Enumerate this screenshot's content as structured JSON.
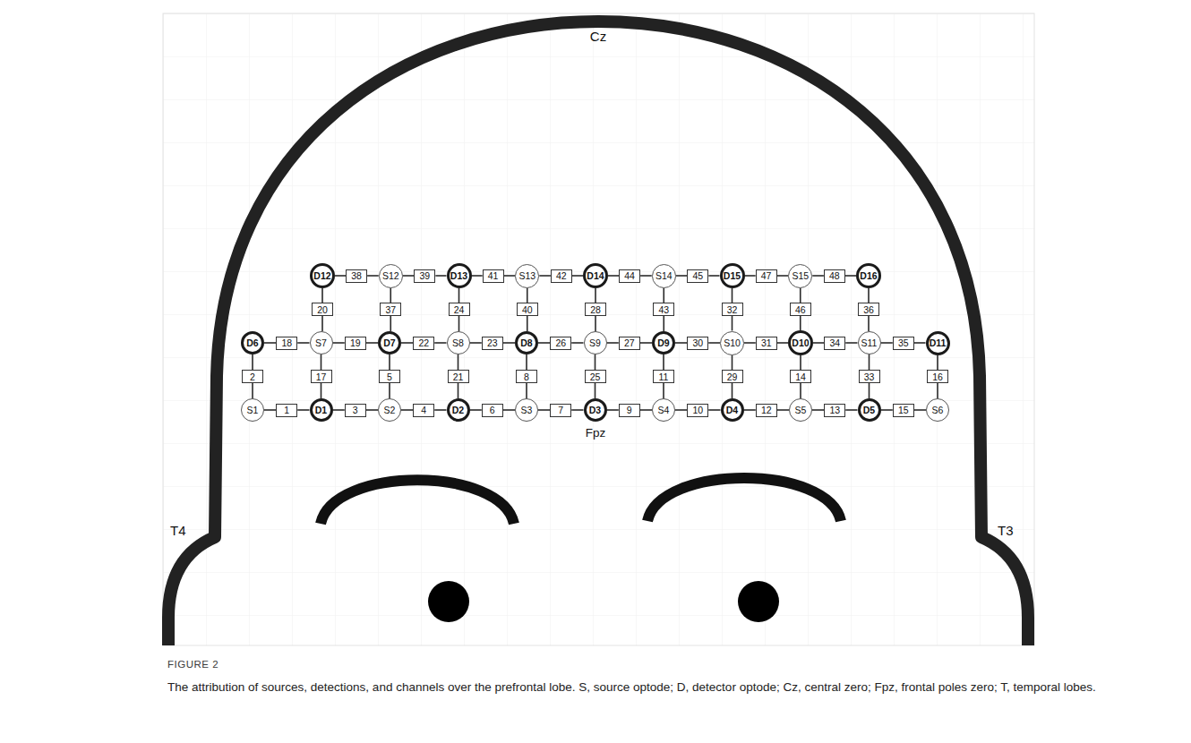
{
  "diagram": {
    "caption": "The attribution of sources, detections, and channels over the prefrontal lobe. S, source optode; D, detector optode; Cz, central zero; Fpz, frontal poles zero; T, temporal lobes.",
    "nodes": [
      {
        "text": [
          "D12"
        ]
      },
      {
        "text": [
          "38"
        ]
      },
      {
        "text": [
          "S12"
        ]
      },
      {
        "text": [
          "39"
        ]
      },
      {
        "text": [
          "D13"
        ]
      },
      {
        "text": [
          "41"
        ]
      },
      {
        "text": [
          "S13"
        ]
      },
      {
        "text": [
          "42"
        ]
      },
      {
        "text": [
          "D14"
        ]
      },
      {
        "text": [
          "44"
        ]
      },
      {
        "text": [
          "S14"
        ]
      },
      {
        "text": [
          "45"
        ]
      },
      {
        "text": [
          "D15"
        ]
      },
      {
        "text": [
          "47"
        ]
      },
      {
        "text": [
          "S15"
        ]
      },
      {
        "text": [
          "48"
        ]
      },
      {
        "text": [
          "D16"
        ]
      },
      {
        "text": [
          "20"
        ]
      },
      {
        "text": [
          "37"
        ]
      },
      {
        "text": [
          "24"
        ]
      },
      {
        "text": [
          "40"
        ]
      },
      {
        "text": [
          "28"
        ]
      },
      {
        "text": [
          "43"
        ]
      },
      {
        "text": [
          "32"
        ]
      },
      {
        "text": [
          "46"
        ]
      },
      {
        "text": [
          "36"
        ]
      },
      {
        "text": [
          "D6"
        ]
      },
      {
        "text": [
          "18"
        ]
      },
      {
        "text": [
          "S7"
        ]
      },
      {
        "text": [
          "19"
        ]
      },
      {
        "text": [
          "D7"
        ]
      },
      {
        "text": [
          "22"
        ]
      },
      {
        "text": [
          "S8"
        ]
      },
      {
        "text": [
          "23"
        ]
      },
      {
        "text": [
          "D8"
        ]
      },
      {
        "text": [
          "26"
        ]
      },
      {
        "text": [
          "S9"
        ]
      },
      {
        "text": [
          "27"
        ]
      },
      {
        "text": [
          "D9"
        ]
      },
      {
        "text": [
          "30"
        ]
      },
      {
        "text": [
          "S10"
        ]
      },
      {
        "text": [
          "31"
        ]
      },
      {
        "text": [
          "D10"
        ]
      },
      {
        "text": [
          "34"
        ]
      },
      {
        "text": [
          "S11"
        ]
      },
      {
        "text": [
          "35"
        ]
      },
      {
        "text": [
          "D11"
        ]
      },
      {
        "text": [
          "2"
        ]
      },
      {
        "text": [
          "17"
        ]
      },
      {
        "text": [
          "5"
        ]
      },
      {
        "text": [
          "21"
        ]
      },
      {
        "text": [
          "8"
        ]
      },
      {
        "text": [
          "25"
        ]
      },
      {
        "text": [
          "11"
        ]
      },
      {
        "text": [
          "29"
        ]
      },
      {
        "text": [
          "14"
        ]
      },
      {
        "text": [
          "33"
        ]
      },
      {
        "text": [
          "16"
        ]
      },
      {
        "text": [
          "S1"
        ]
      },
      {
        "text": [
          "1"
        ]
      },
      {
        "text": [
          "D1"
        ]
      },
      {
        "text": [
          "3"
        ]
      },
      {
        "text": [
          "S2"
        ]
      },
      {
        "text": [
          "4"
        ]
      },
      {
        "text": [
          "D2"
        ]
      },
      {
        "text": [
          "6"
        ]
      },
      {
        "text": [
          "S3"
        ]
      },
      {
        "text": [
          "7"
        ]
      },
      {
        "text": [
          "D3"
        ]
      },
      {
        "text": [
          "9"
        ]
      },
      {
        "text": [
          "S4"
        ]
      },
      {
        "text": [
          "10"
        ]
      },
      {
        "text": [
          "D4"
        ]
      },
      {
        "text": [
          "12"
        ]
      },
      {
        "text": [
          "S5"
        ]
      },
      {
        "text": [
          "13"
        ]
      },
      {
        "text": [
          "D5"
        ]
      },
      {
        "text": [
          "15"
        ]
      },
      {
        "text": [
          "S6"
        ]
      }
    ],
    "edges": [
      {
        "from": 0,
        "to": 1,
        "arrow": "none"
      },
      {
        "from": 1,
        "to": 2,
        "arrow": "none"
      },
      {
        "from": 2,
        "to": 3,
        "arrow": "none"
      },
      {
        "from": 3,
        "to": 4,
        "arrow": "none"
      },
      {
        "from": 4,
        "to": 5,
        "arrow": "none"
      },
      {
        "from": 5,
        "to": 6,
        "arrow": "none"
      },
      {
        "from": 6,
        "to": 7,
        "arrow": "none"
      },
      {
        "from": 7,
        "to": 8,
        "arrow": "none"
      },
      {
        "from": 8,
        "to": 9,
        "arrow": "none"
      },
      {
        "from": 9,
        "to": 10,
        "arrow": "none"
      },
      {
        "from": 10,
        "to": 11,
        "arrow": "none"
      },
      {
        "from": 11,
        "to": 12,
        "arrow": "none"
      },
      {
        "from": 12,
        "to": 13,
        "arrow": "none"
      },
      {
        "from": 13,
        "to": 14,
        "arrow": "none"
      },
      {
        "from": 14,
        "to": 15,
        "arrow": "none"
      },
      {
        "from": 15,
        "to": 16,
        "arrow": "none"
      },
      {
        "from": 26,
        "to": 27,
        "arrow": "none"
      },
      {
        "from": 27,
        "to": 28,
        "arrow": "none"
      },
      {
        "from": 28,
        "to": 29,
        "arrow": "none"
      },
      {
        "from": 29,
        "to": 30,
        "arrow": "none"
      },
      {
        "from": 30,
        "to": 31,
        "arrow": "none"
      },
      {
        "from": 31,
        "to": 32,
        "arrow": "none"
      },
      {
        "from": 32,
        "to": 33,
        "arrow": "none"
      },
      {
        "from": 33,
        "to": 34,
        "arrow": "none"
      },
      {
        "from": 34,
        "to": 35,
        "arrow": "none"
      },
      {
        "from": 35,
        "to": 36,
        "arrow": "none"
      },
      {
        "from": 36,
        "to": 37,
        "arrow": "none"
      },
      {
        "from": 37,
        "to": 38,
        "arrow": "none"
      },
      {
        "from": 38,
        "to": 39,
        "arrow": "none"
      },
      {
        "from": 39,
        "to": 40,
        "arrow": "none"
      },
      {
        "from": 40,
        "to": 41,
        "arrow": "none"
      },
      {
        "from": 41,
        "to": 42,
        "arrow": "none"
      },
      {
        "from": 42,
        "to": 43,
        "arrow": "none"
      },
      {
        "from": 43,
        "to": 44,
        "arrow": "none"
      },
      {
        "from": 44,
        "to": 45,
        "arrow": "none"
      },
      {
        "from": 45,
        "to": 46,
        "arrow": "none"
      },
      {
        "from": 58,
        "to": 59,
        "arrow": "none"
      },
      {
        "from": 59,
        "to": 60,
        "arrow": "none"
      },
      {
        "from": 60,
        "to": 61,
        "arrow": "none"
      },
      {
        "from": 61,
        "to": 62,
        "arrow": "none"
      },
      {
        "from": 62,
        "to": 63,
        "arrow": "none"
      },
      {
        "from": 63,
        "to": 64,
        "arrow": "none"
      },
      {
        "from": 64,
        "to": 65,
        "arrow": "none"
      },
      {
        "from": 65,
        "to": 66,
        "arrow": "none"
      },
      {
        "from": 66,
        "to": 67,
        "arrow": "none"
      },
      {
        "from": 67,
        "to": 68,
        "arrow": "none"
      },
      {
        "from": 68,
        "to": 69,
        "arrow": "none"
      },
      {
        "from": 69,
        "to": 70,
        "arrow": "none"
      },
      {
        "from": 70,
        "to": 71,
        "arrow": "none"
      },
      {
        "from": 71,
        "to": 72,
        "arrow": "none"
      },
      {
        "from": 72,
        "to": 73,
        "arrow": "none"
      },
      {
        "from": 73,
        "to": 74,
        "arrow": "none"
      },
      {
        "from": 74,
        "to": 75,
        "arrow": "none"
      },
      {
        "from": 75,
        "to": 76,
        "arrow": "none"
      },
      {
        "from": 76,
        "to": 77,
        "arrow": "none"
      },
      {
        "from": 77,
        "to": 78,
        "arrow": "none"
      },
      {
        "from": 0,
        "to": 17,
        "arrow": "none"
      },
      {
        "from": 17,
        "to": 28,
        "arrow": "none"
      },
      {
        "from": 2,
        "to": 18,
        "arrow": "none"
      },
      {
        "from": 18,
        "to": 30,
        "arrow": "none"
      },
      {
        "from": 4,
        "to": 19,
        "arrow": "none"
      },
      {
        "from": 19,
        "to": 32,
        "arrow": "none"
      },
      {
        "from": 6,
        "to": 20,
        "arrow": "none"
      },
      {
        "from": 20,
        "to": 34,
        "arrow": "none"
      },
      {
        "from": 8,
        "to": 21,
        "arrow": "none"
      },
      {
        "from": 21,
        "to": 36,
        "arrow": "none"
      },
      {
        "from": 10,
        "to": 22,
        "arrow": "none"
      },
      {
        "from": 22,
        "to": 38,
        "arrow": "none"
      },
      {
        "from": 12,
        "to": 23,
        "arrow": "none"
      },
      {
        "from": 23,
        "to": 40,
        "arrow": "none"
      },
      {
        "from": 14,
        "to": 24,
        "arrow": "none"
      },
      {
        "from": 24,
        "to": 42,
        "arrow": "none"
      },
      {
        "from": 16,
        "to": 25,
        "arrow": "none"
      },
      {
        "from": 25,
        "to": 44,
        "arrow": "none"
      },
      {
        "from": 26,
        "to": 47,
        "arrow": "none"
      },
      {
        "from": 47,
        "to": 58,
        "arrow": "none"
      },
      {
        "from": 28,
        "to": 48,
        "arrow": "none"
      },
      {
        "from": 48,
        "to": 60,
        "arrow": "none"
      },
      {
        "from": 30,
        "to": 49,
        "arrow": "none"
      },
      {
        "from": 49,
        "to": 62,
        "arrow": "none"
      },
      {
        "from": 32,
        "to": 50,
        "arrow": "none"
      },
      {
        "from": 50,
        "to": 64,
        "arrow": "none"
      },
      {
        "from": 34,
        "to": 51,
        "arrow": "none"
      },
      {
        "from": 51,
        "to": 66,
        "arrow": "none"
      },
      {
        "from": 36,
        "to": 52,
        "arrow": "none"
      },
      {
        "from": 52,
        "to": 68,
        "arrow": "none"
      },
      {
        "from": 38,
        "to": 53,
        "arrow": "none"
      },
      {
        "from": 53,
        "to": 70,
        "arrow": "none"
      },
      {
        "from": 40,
        "to": 54,
        "arrow": "none"
      },
      {
        "from": 54,
        "to": 72,
        "arrow": "none"
      },
      {
        "from": 42,
        "to": 55,
        "arrow": "none"
      },
      {
        "from": 55,
        "to": 74,
        "arrow": "none"
      },
      {
        "from": 44,
        "to": 56,
        "arrow": "none"
      },
      {
        "from": 56,
        "to": 76,
        "arrow": "none"
      },
      {
        "from": 46,
        "to": 57,
        "arrow": "none"
      },
      {
        "from": 57,
        "to": 78,
        "arrow": "none"
      }
    ],
    "labels": [
      "Cz",
      "Fpz",
      "T4",
      "T3",
      "FIGURE 2"
    ]
  }
}
